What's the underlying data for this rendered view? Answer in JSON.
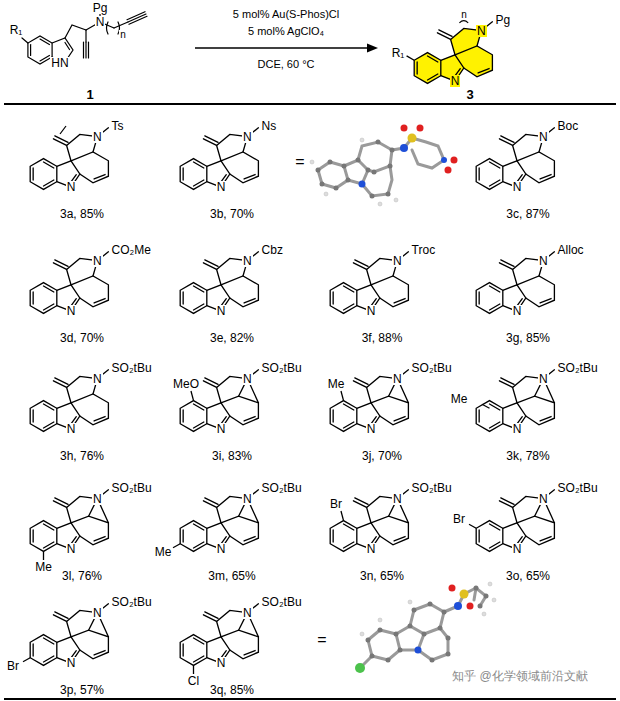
{
  "diagram": {
    "labels": [
      "R₁",
      "HN",
      "N",
      "Pg",
      "n",
      "1",
      "5 mol% Au(S-Phos)Cl",
      "5 mol% AgClO₄",
      "DCE, 60 °C",
      "R₁",
      "N",
      "Pg",
      "n",
      "N",
      "3",
      "N",
      "Ts",
      "N",
      "3a, 85%",
      "N",
      "Ns",
      "N",
      "3b, 70%",
      "=",
      "N",
      "Boc",
      "N",
      "3c, 87%",
      "N",
      "CO₂Me",
      "N",
      "3d, 70%",
      "N",
      "Cbz",
      "N",
      "3e, 82%",
      "N",
      "Troc",
      "N",
      "3f, 88%",
      "N",
      "Alloc",
      "N",
      "3g, 85%",
      "N",
      "SO₂tBu",
      "N",
      "3h, 76%",
      "N",
      "SO₂tBu",
      "MeO",
      "N",
      "3i, 83%",
      "N",
      "SO₂tBu",
      "Me",
      "N",
      "3j, 70%",
      "N",
      "SO₂tBu",
      "Me",
      "N",
      "3k, 78%",
      "N",
      "SO₂tBu",
      "Me",
      "N",
      "3l, 76%",
      "N",
      "SO₂tBu",
      "Me",
      "N",
      "3m, 65%",
      "N",
      "SO₂tBu",
      "Br",
      "N",
      "3n, 65%",
      "N",
      "SO₂tBu",
      "Br",
      "N",
      "3o, 65%",
      "N",
      "SO₂tBu",
      "Br",
      "N",
      "3p, 57%",
      "N",
      "SO₂tBu",
      "Cl",
      "N",
      "3q, 85%",
      "=",
      "知乎 @化学领域前沿文献"
    ]
  }
}
